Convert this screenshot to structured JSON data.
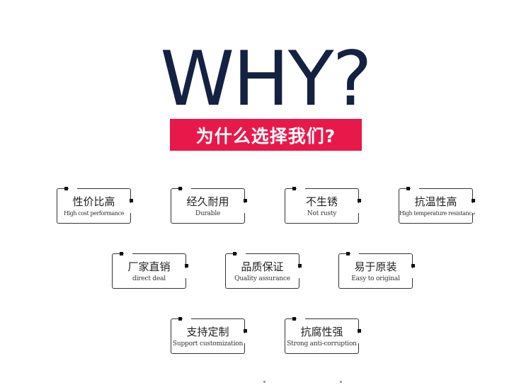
{
  "headline": "WHY?",
  "banner": "为什么选择我们?",
  "cards": [
    {
      "cn": "性价比高",
      "en": "High cost performance"
    },
    {
      "cn": "经久耐用",
      "en": "Durable"
    },
    {
      "cn": "不生锈",
      "en": "Not rusty"
    },
    {
      "cn": "抗温性高",
      "en": "High temperature resistance"
    },
    {
      "cn": "厂家直销",
      "en": "direct deal"
    },
    {
      "cn": "品质保证",
      "en": "Quality assurance"
    },
    {
      "cn": "易于原装",
      "en": "Easy to original"
    },
    {
      "cn": "支持定制",
      "en": "Support customization"
    },
    {
      "cn": "抗腐性强",
      "en": "Strong anti-corruption"
    }
  ],
  "colors": {
    "headline": "#152141",
    "banner_bg": "#e8184a",
    "banner_text": "#ffffff"
  }
}
